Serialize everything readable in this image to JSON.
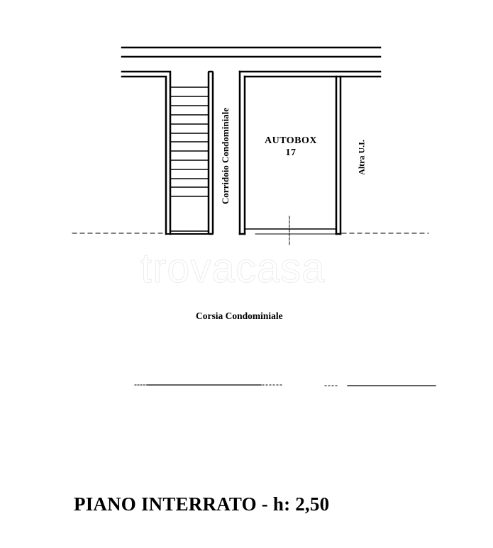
{
  "drawing": {
    "title": "PIANO INTERRATO - h: 2,50",
    "rooms": {
      "autobox_name": "AUTOBOX",
      "autobox_number": "17",
      "corridor": "Corridoio Condominiale",
      "other_unit": "Altra U.I.",
      "aisle": "Corsia Condominiale"
    },
    "watermark": "trovacasa",
    "stair_steps": 13,
    "colors": {
      "ink": "#000000",
      "background": "#ffffff",
      "watermark": "#ececec"
    }
  }
}
